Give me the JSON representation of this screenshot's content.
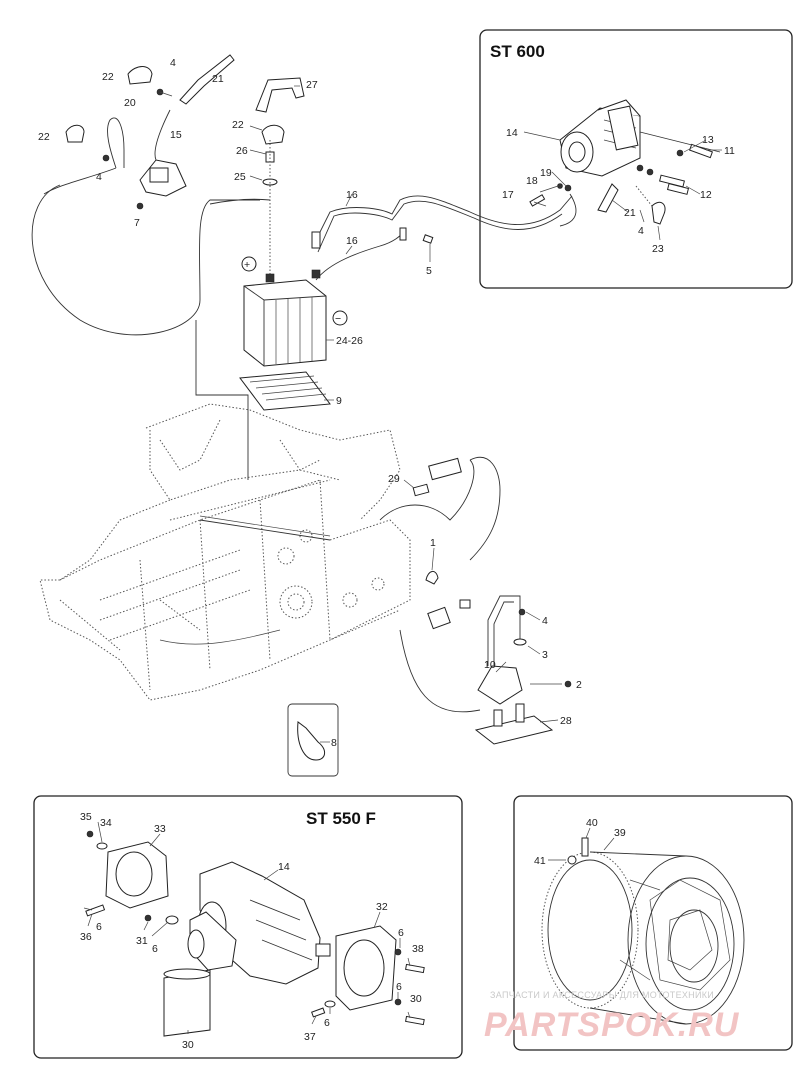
{
  "panels": {
    "st600_title": "ST 600",
    "st550_title": "ST 550 F"
  },
  "callouts": {
    "c1": "1",
    "c2": "2",
    "c3": "3",
    "c4a": "4",
    "c4b": "4",
    "c4c": "4",
    "c4d": "4",
    "c5": "5",
    "c6a": "6",
    "c6b": "6",
    "c6c": "6",
    "c6d": "6",
    "c7": "7",
    "c8": "8",
    "c9": "9",
    "c10": "10",
    "c11": "11",
    "c12": "12",
    "c13": "13",
    "c14a": "14",
    "c14b": "14",
    "c15": "15",
    "c16a": "16",
    "c16b": "16",
    "c17": "17",
    "c18": "18",
    "c19": "19",
    "c20": "20",
    "c21a": "21",
    "c21b": "21",
    "c22a": "22",
    "c22b": "22",
    "c22c": "22",
    "c23": "23",
    "c24_26": "24-26",
    "c25": "25",
    "c26": "26",
    "c27": "27",
    "c28": "28",
    "c29": "29",
    "c30a": "30",
    "c30b": "30",
    "c31": "31",
    "c32": "32",
    "c33": "33",
    "c34": "34",
    "c35": "35",
    "c36": "36",
    "c37": "37",
    "c38": "38",
    "c39": "39",
    "c40": "40",
    "c41": "41"
  },
  "battery_symbols": {
    "plus": "+",
    "minus": "−"
  },
  "watermark": {
    "line1": "ЗАПЧАСТИ И АКСЕССУАРЫ ДЛЯ МОТОТЕХНИКИ",
    "line2": "PARTSPOK.RU"
  }
}
